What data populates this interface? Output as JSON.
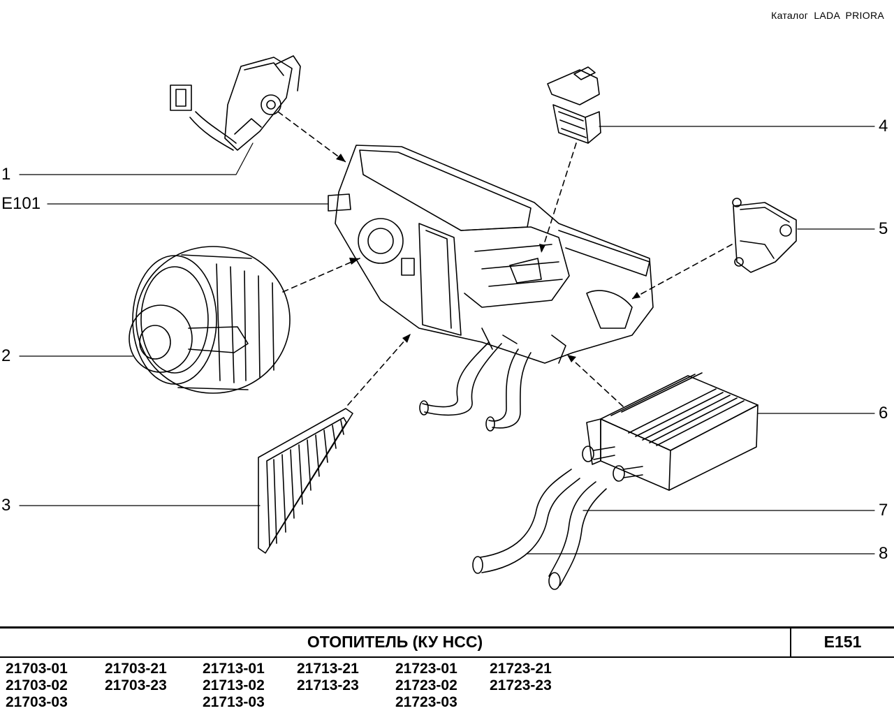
{
  "catalog_title": "Каталог  LADA  PRIORA",
  "callouts": {
    "c1": "1",
    "cE101": "E101",
    "c2": "2",
    "c3": "3",
    "c4": "4",
    "c5": "5",
    "c6": "6",
    "c7": "7",
    "c8": "8"
  },
  "footer": {
    "assembly_title": "ОТОПИТЕЛЬ (КУ НСС)",
    "page_code": "E151",
    "model_columns": [
      [
        "21703-01",
        "21703-02",
        "21703-03"
      ],
      [
        "21703-21",
        "21703-23"
      ],
      [
        "21713-01",
        "21713-02",
        "21713-03"
      ],
      [
        "21713-21",
        "21713-23"
      ],
      [
        "21723-01",
        "21723-02",
        "21723-03"
      ],
      [
        "21723-21",
        "21723-23"
      ]
    ]
  }
}
